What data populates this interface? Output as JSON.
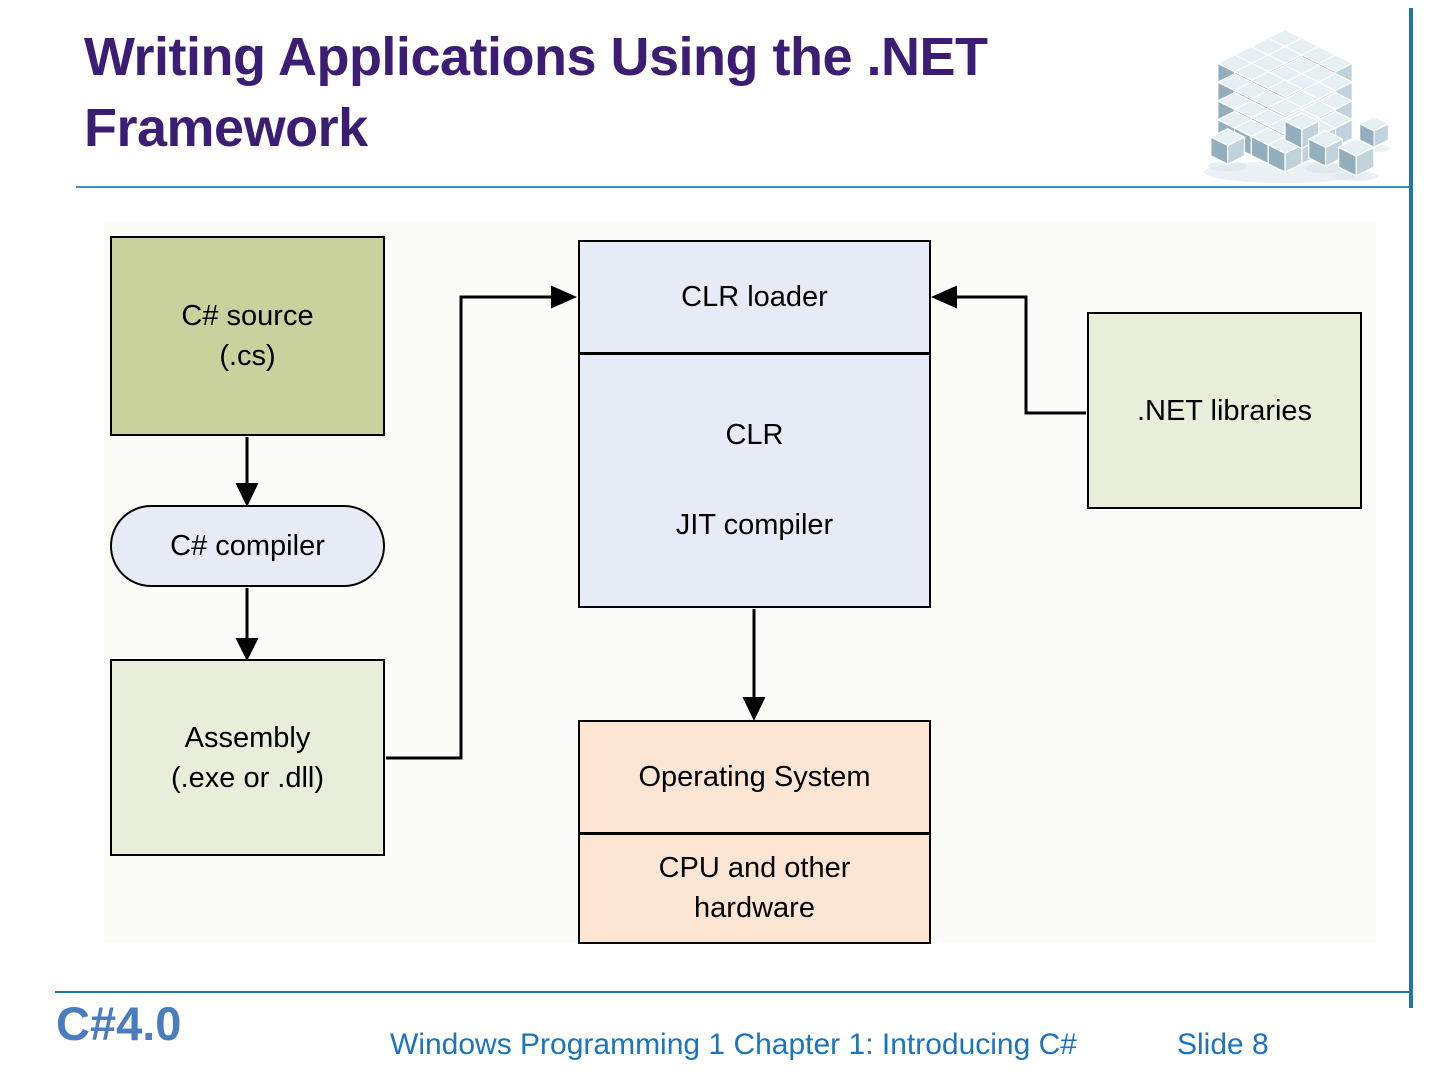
{
  "title": {
    "line1": "Writing Applications Using the .NET",
    "line2": "Framework"
  },
  "icons": {
    "cubes": "dotnet-cubes-image"
  },
  "diagram": {
    "nodes": {
      "source": {
        "line1": "C# source",
        "line2": "(.cs)"
      },
      "compiler": {
        "label": "C# compiler"
      },
      "assembly": {
        "line1": "Assembly",
        "line2": "(.exe or .dll)"
      },
      "clr_loader": {
        "label": "CLR loader"
      },
      "clr": {
        "line1": "CLR",
        "line2": "JIT compiler"
      },
      "net_libraries": {
        "label": ".NET libraries"
      },
      "os": {
        "label": "Operating System"
      },
      "cpu": {
        "line1": "CPU and other",
        "line2": "hardware"
      }
    }
  },
  "footer": {
    "brand": "C#4.0",
    "caption": "Windows Programming 1 Chapter 1: Introducing C#",
    "slide": "Slide 8"
  },
  "colors": {
    "title_purple": "#3B1E74",
    "rule_teal": "#2077A3",
    "underline_teal": "#4190B8",
    "footer_blue": "#1B73C2",
    "brand_blue": "#4B7CBE",
    "box_olive": "#C9D29C",
    "box_pale_green": "#E9EEDB",
    "box_pale_blue": "#E7EBF6",
    "box_peach": "#FCE5D2"
  }
}
